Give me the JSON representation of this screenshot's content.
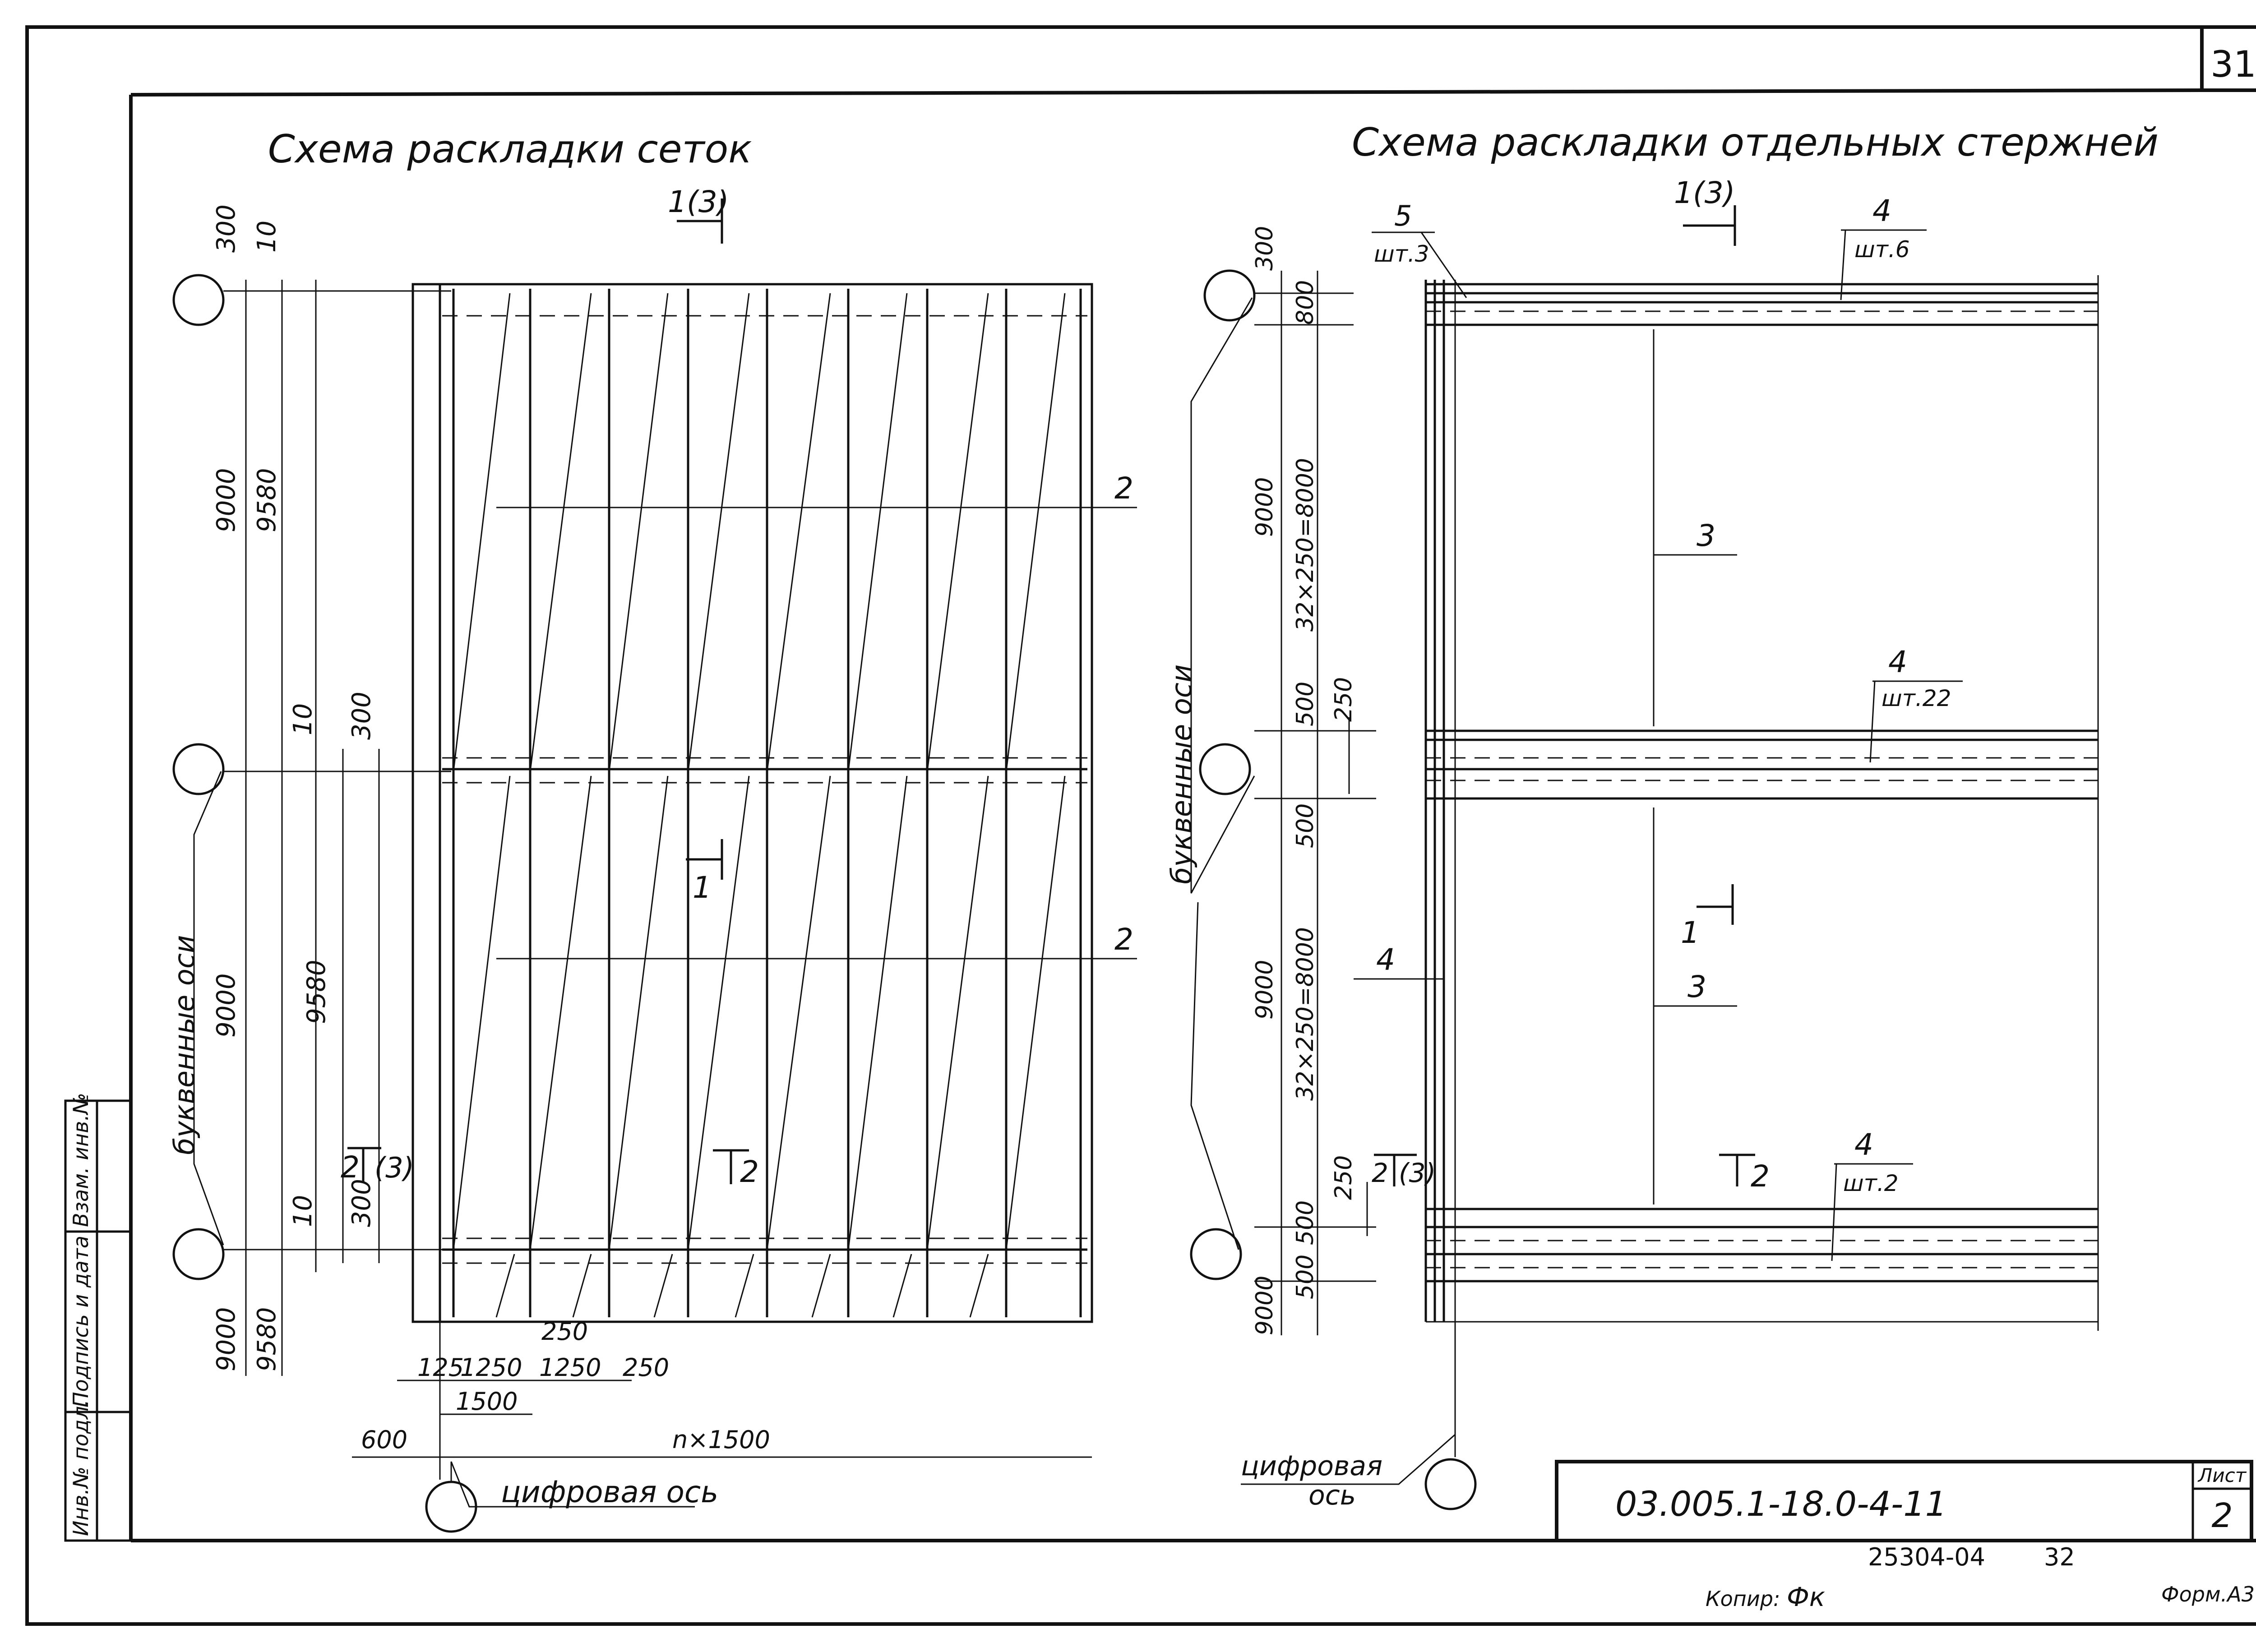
{
  "sheet_number_top": "31",
  "left_scheme": {
    "title": "Схема раскладки сеток",
    "section_top": "1(3)",
    "section_mid": "1",
    "section_low": "2",
    "section_left": "2",
    "section_left_ref": "(3)",
    "leader_2a": "2",
    "leader_2b": "2",
    "axis_label": "буквенные оси",
    "digital_axis": "цифровая ось",
    "dims_vertical": [
      "300",
      "10",
      "9000",
      "9580",
      "10",
      "300",
      "9000",
      "9580",
      "10",
      "300",
      "9000",
      "9580"
    ],
    "dims_horizontal": [
      "125",
      "1250",
      "250",
      "1250",
      "250",
      "1500",
      "600",
      "n×1500"
    ]
  },
  "right_scheme": {
    "title": "Схема раскладки отдельных стержней",
    "section_top": "1(3)",
    "section_mid": "1",
    "section_low": "2",
    "section_left": "2",
    "section_left_ref": "(3)",
    "pos_5": "5",
    "pos_5_qty": "шт.3",
    "pos_4_top": "4",
    "pos_4_top_qty": "шт.6",
    "pos_3a": "3",
    "pos_4_mid": "4",
    "pos_4_mid_qty": "шт.22",
    "pos_3b": "3",
    "pos_4_left": "4",
    "pos_4_low": "4",
    "pos_4_low_qty": "шт.2",
    "axis_label": "буквенные оси",
    "digital_axis_1": "цифровая",
    "digital_axis_2": "ось",
    "dims_vertical": [
      "300",
      "800",
      "9000",
      "32×250=8000",
      "250",
      "500",
      "500",
      "9000",
      "32×250=8000",
      "250",
      "500",
      "500",
      "9000"
    ]
  },
  "title_block": {
    "code": "03.005.1-18.0-4-11",
    "sheet_label": "Лист",
    "sheet_value": "2"
  },
  "side_stamp": [
    "Инв.№ подл.",
    "Подпись и дата",
    "Взам. инв.№"
  ],
  "footer": {
    "order": "25304-04",
    "order_page": "32",
    "copied": "Копир:",
    "copied_sign": "Фк",
    "format": "Форм.А3"
  }
}
